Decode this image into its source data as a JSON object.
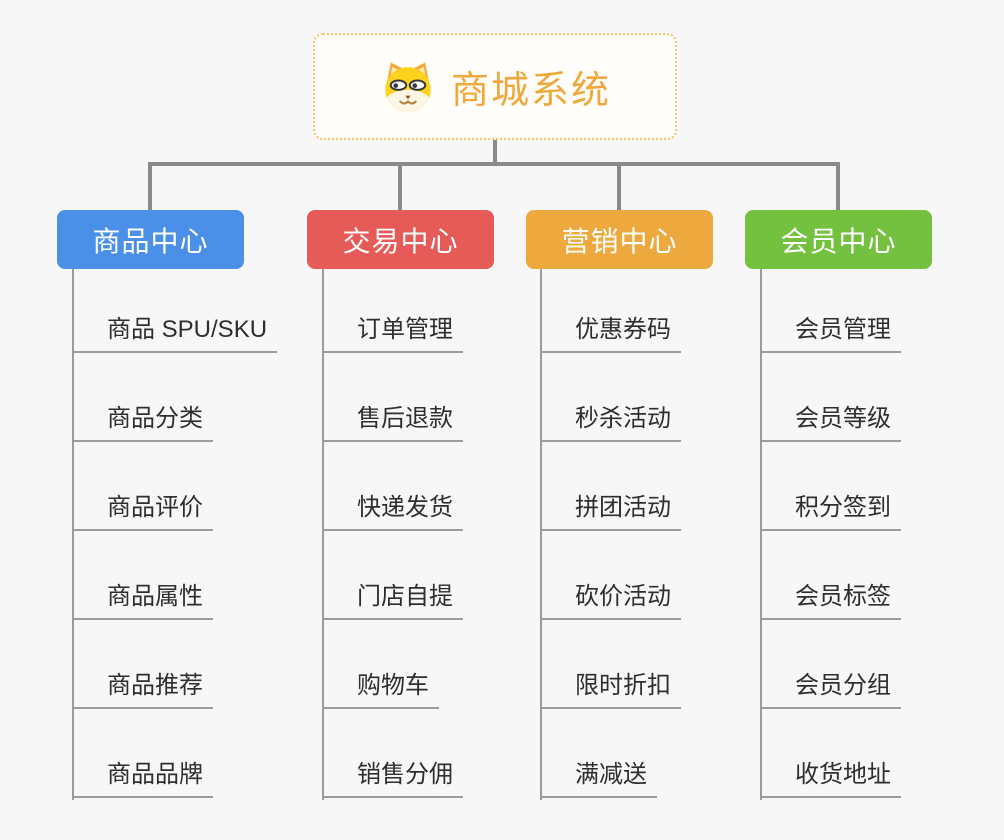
{
  "page": {
    "background_color": "#f7f7f8",
    "connector_color": "#8a8a8a",
    "branch_line_color": "#9c9c9c"
  },
  "root": {
    "title": "商城系统",
    "icon": "dog-face-icon",
    "text_color": "#f0a83c",
    "border_color": "#f2c46a",
    "background_color": "#fffefb"
  },
  "branches": [
    {
      "label": "商品中心",
      "color": "#4a8fe8",
      "children": [
        "商品 SPU/SKU",
        "商品分类",
        "商品评价",
        "商品属性",
        "商品推荐",
        "商品品牌"
      ]
    },
    {
      "label": "交易中心",
      "color": "#e65b57",
      "children": [
        "订单管理",
        "售后退款",
        "快递发货",
        "门店自提",
        "购物车",
        "销售分佣"
      ]
    },
    {
      "label": "营销中心",
      "color": "#eda93e",
      "children": [
        "优惠券码",
        "秒杀活动",
        "拼团活动",
        "砍价活动",
        "限时折扣",
        "满减送"
      ]
    },
    {
      "label": "会员中心",
      "color": "#73c13f",
      "children": [
        "会员管理",
        "会员等级",
        "积分签到",
        "会员标签",
        "会员分组",
        "收货地址"
      ]
    }
  ]
}
